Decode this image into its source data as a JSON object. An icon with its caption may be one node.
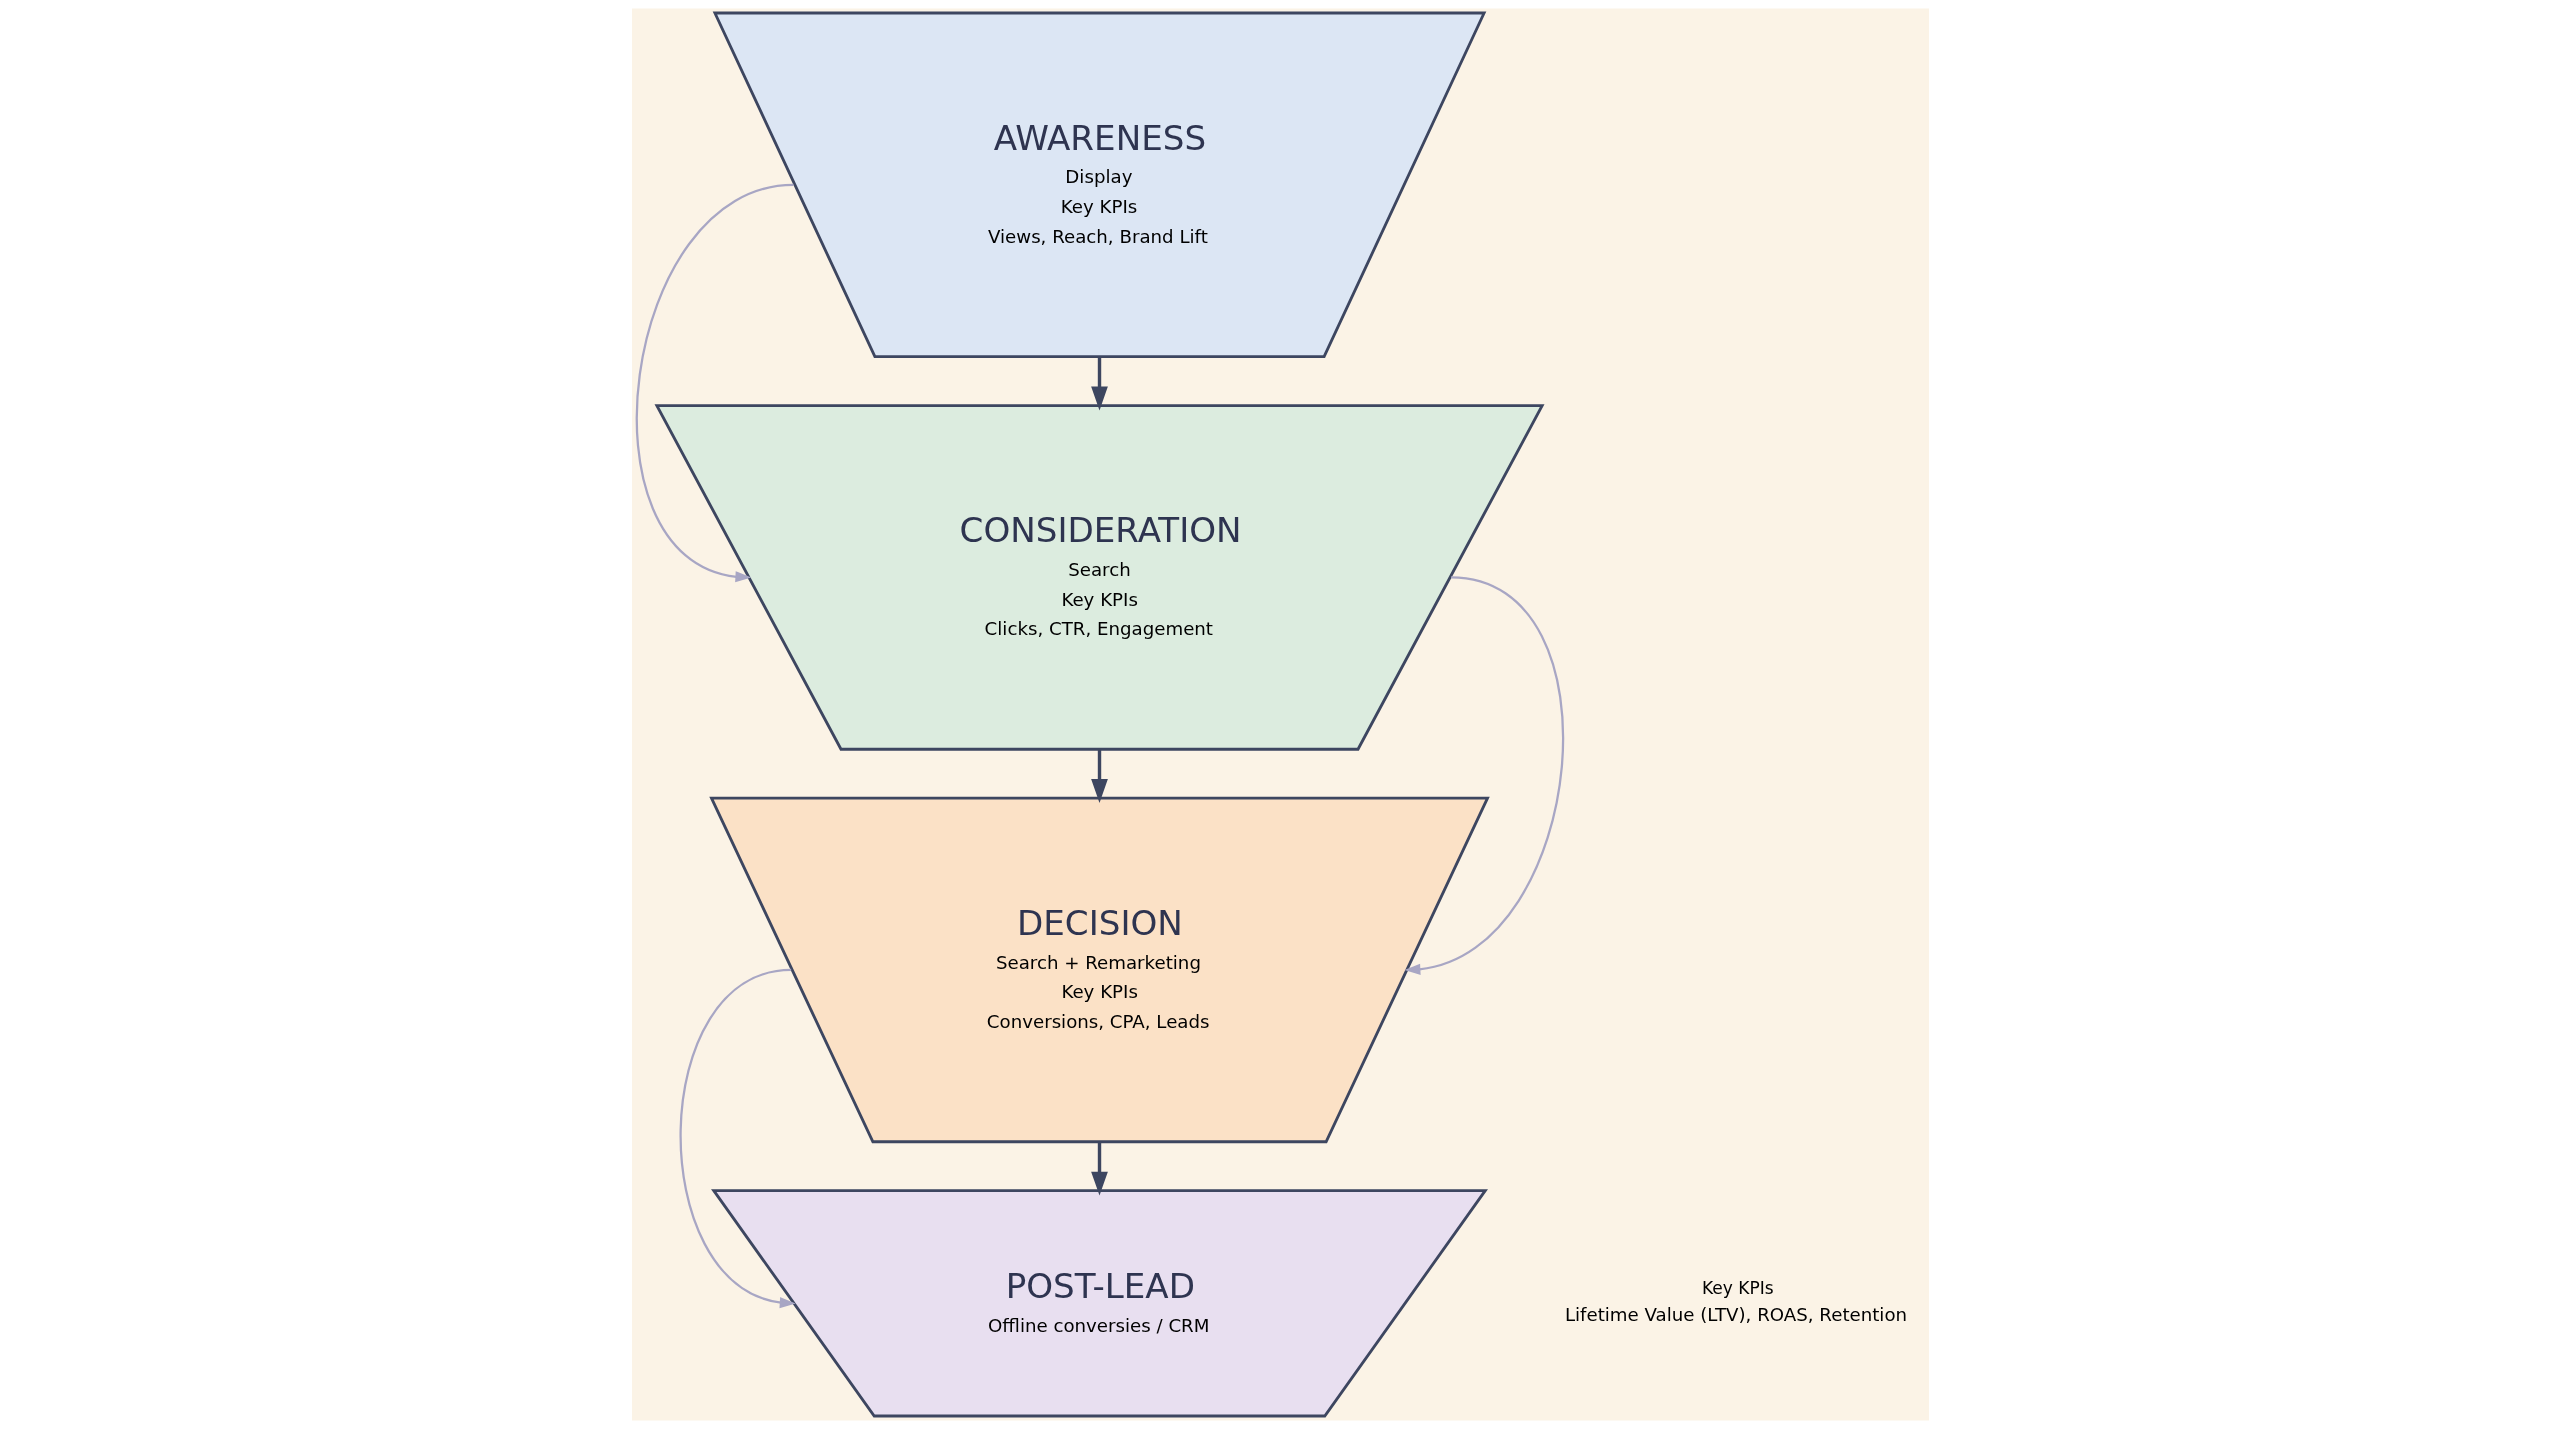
{
  "diagram": {
    "nodes": [
      {
        "text": [
          "AWARENESS",
          "Display",
          "Key KPIs",
          "Views, Reach, Brand Lift"
        ]
      },
      {
        "text": [
          "CONSIDERATION",
          "Search",
          "Key KPIs",
          "Clicks, CTR, Engagement"
        ]
      },
      {
        "text": [
          "DECISION",
          "Search + Remarketing",
          "Key KPIs",
          "Conversions, CPA, Leads"
        ]
      },
      {
        "text": [
          "POST-LEAD",
          "Offline conversies / CRM"
        ],
        "beside": [
          "Key KPIs",
          "Lifetime Value (LTV), ROAS, Retention"
        ]
      }
    ],
    "edges": [
      {
        "from": 0,
        "to": 1,
        "arrow": "to"
      },
      {
        "from": 1,
        "to": 2,
        "arrow": "to"
      },
      {
        "from": 2,
        "to": 3,
        "arrow": "to"
      },
      {
        "from": 0,
        "to": 1,
        "arrow": "to",
        "color": "#a8a6c4"
      },
      {
        "from": 1,
        "to": 2,
        "arrow": "to",
        "color": "#a8a6c4"
      },
      {
        "from": 2,
        "to": 3,
        "arrow": "to",
        "color": "#a8a6c4"
      }
    ]
  }
}
